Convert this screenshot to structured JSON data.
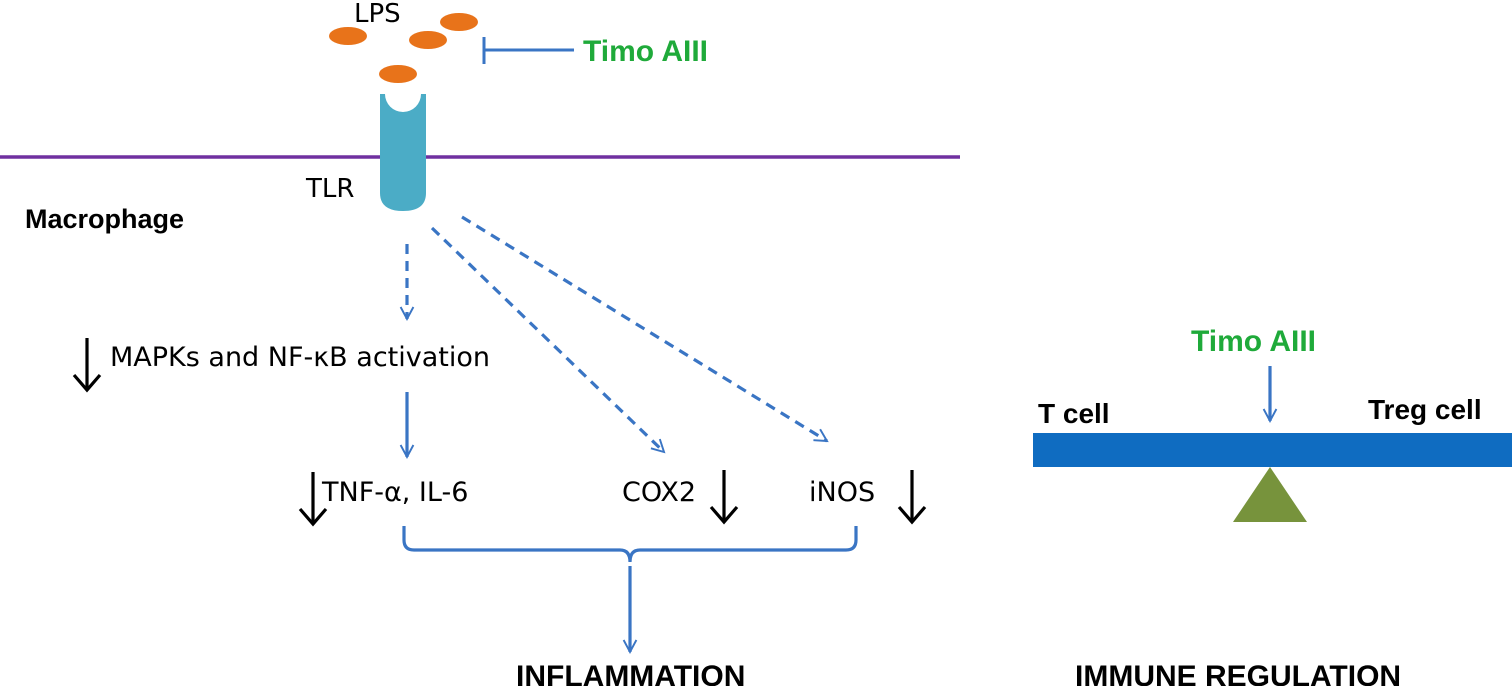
{
  "labels": {
    "lps": "LPS",
    "tlr": "TLR",
    "macrophage": "Macrophage",
    "timo_top": "Timo AIII",
    "mapk": "MAPKs and NF-κB activation",
    "tnf": "TNF-α, IL-6",
    "cox2": "COX2",
    "inos": "iNOS",
    "inflammation": "INFLAMMATION",
    "timo_right": "Timo AIII",
    "tcell": "T cell",
    "treg": "Treg cell",
    "immune": "IMMUNE REGULATION"
  },
  "colors": {
    "lps_particle": "#e8731a",
    "receptor": "#4bacc6",
    "membrane": "#7030a0",
    "pathway": "#3a75c4",
    "inhibitor_text": "#1faa3a",
    "balance_beam": "#0f6cc1",
    "fulcrum": "#77933c",
    "down_arrow": "#000000"
  }
}
